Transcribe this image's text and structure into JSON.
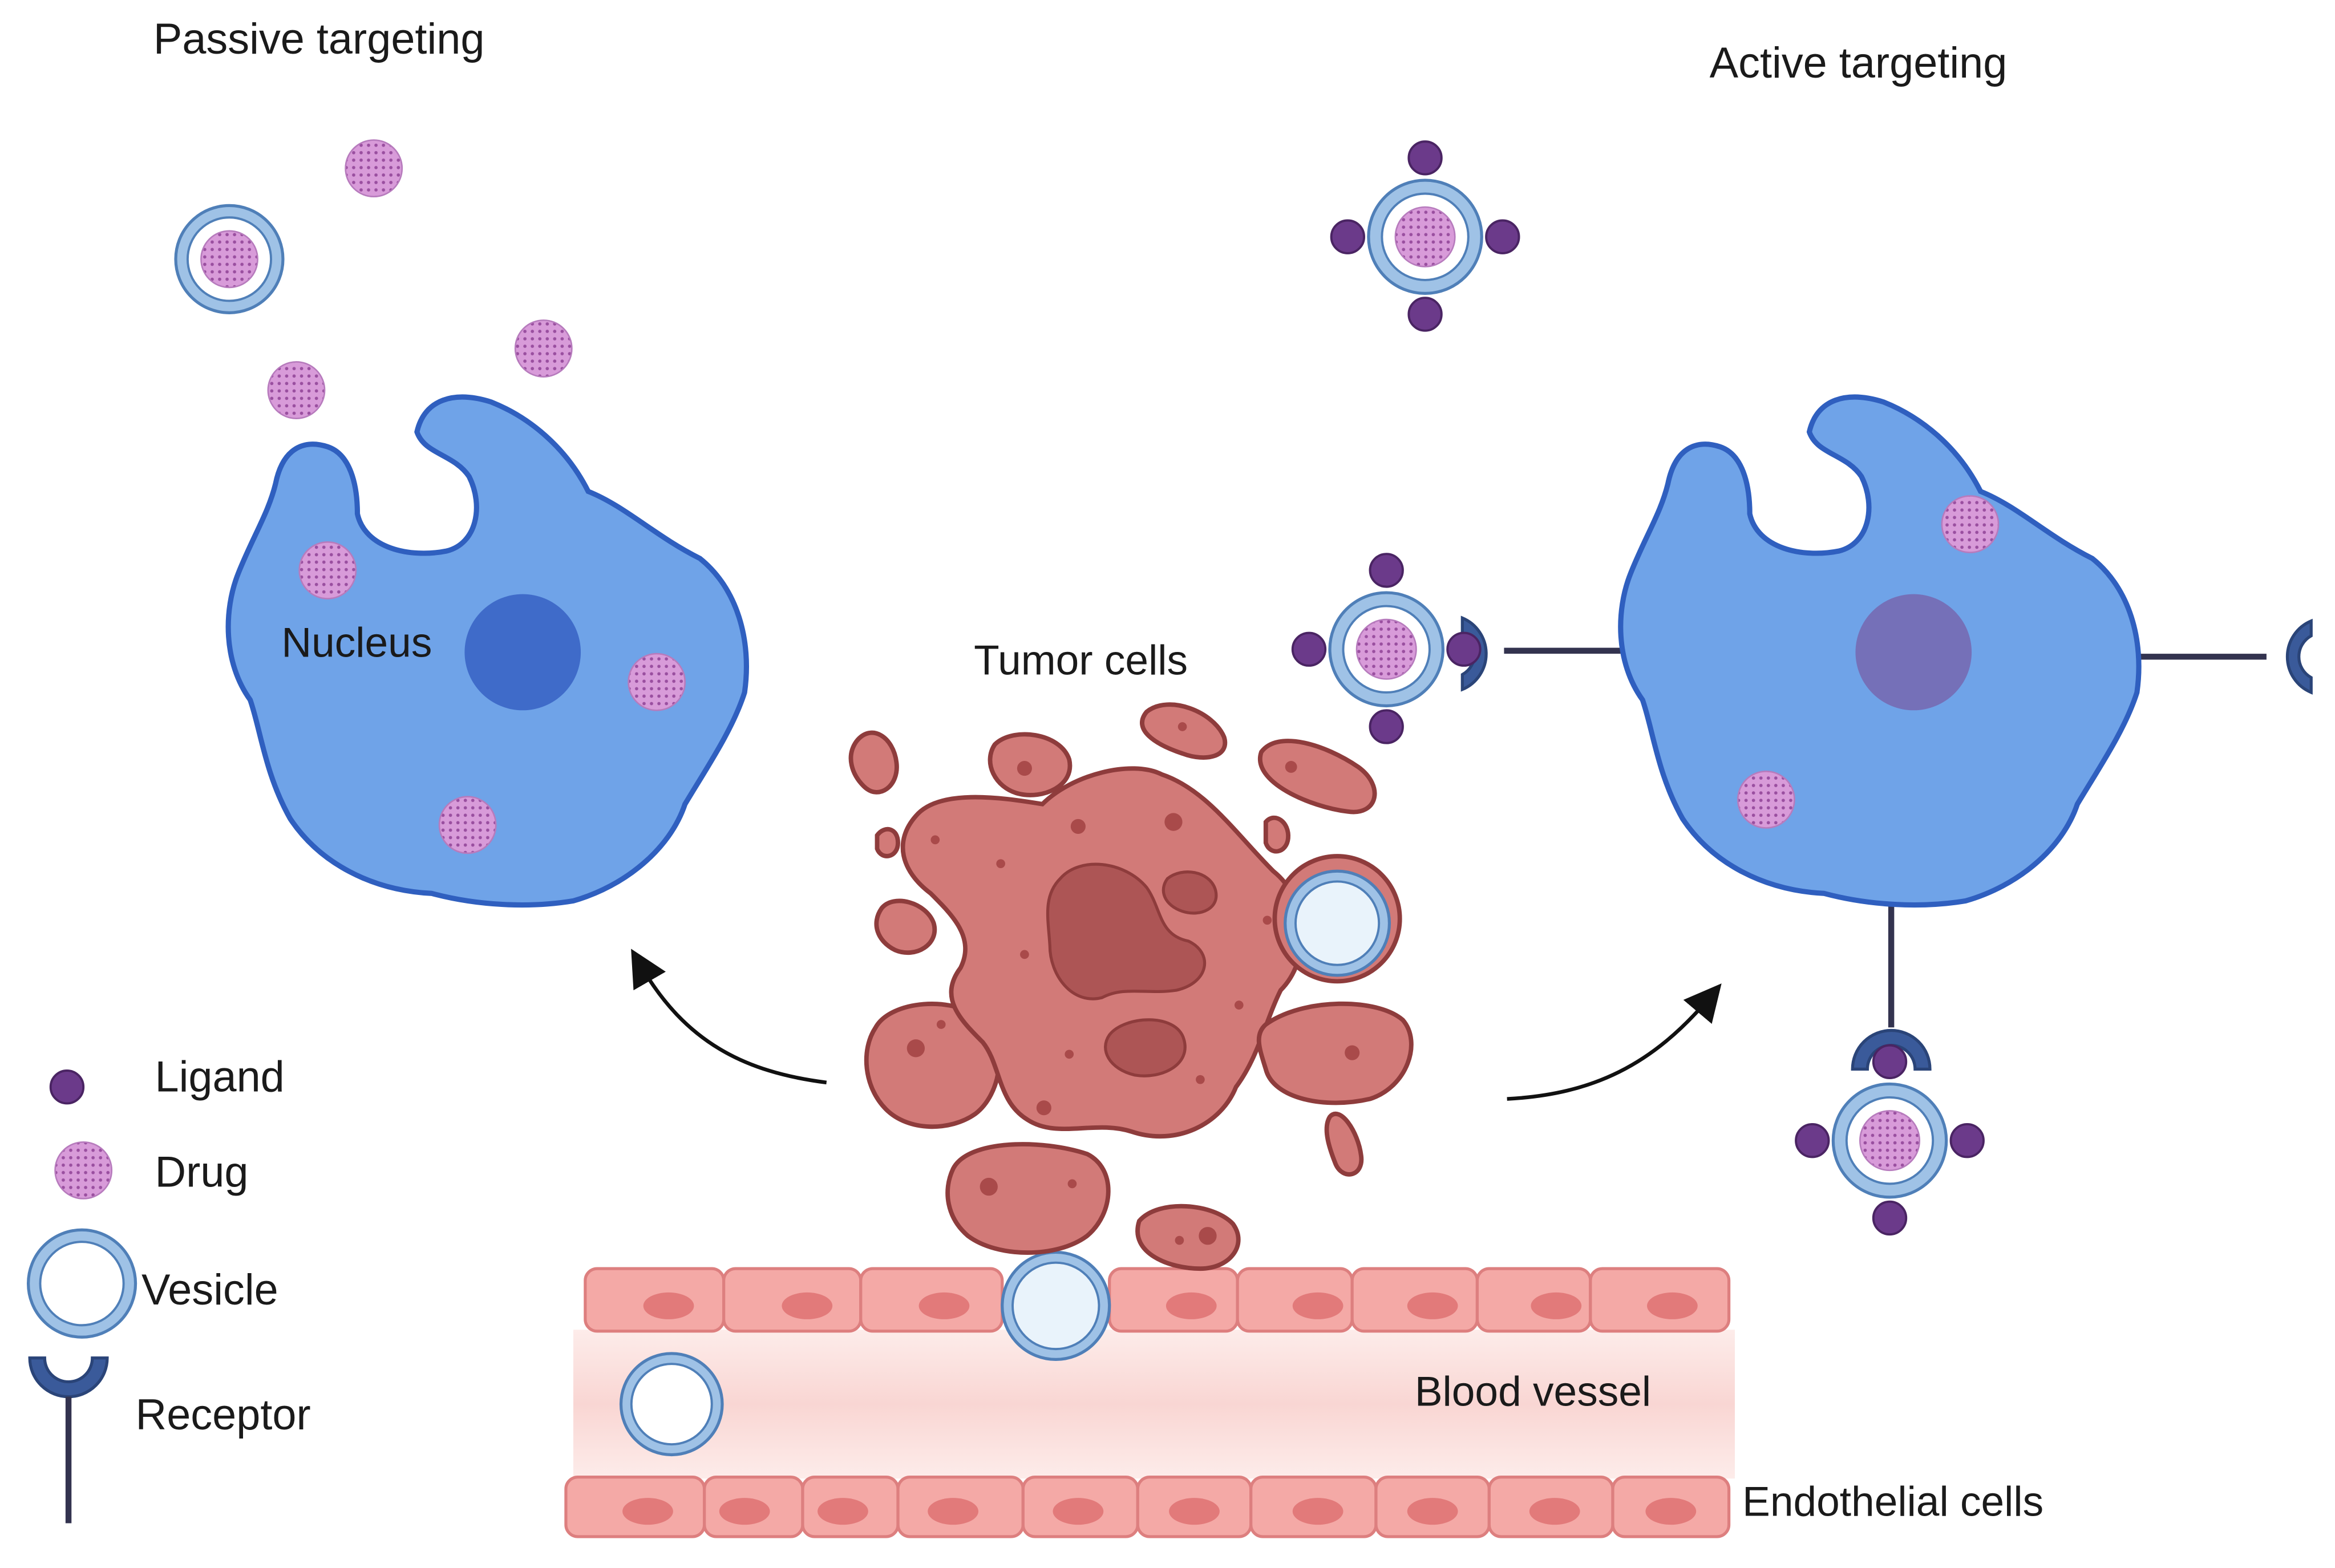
{
  "titles": {
    "passive": "Passive targeting",
    "active": "Active targeting"
  },
  "labels": {
    "nucleus": "Nucleus",
    "tumor_cells": "Tumor cells",
    "blood_vessel": "Blood vessel",
    "endothelial_cells": "Endothelial cells"
  },
  "legend": {
    "ligand": "Ligand",
    "drug": "Drug",
    "vesicle": "Vesicle",
    "receptor": "Receptor"
  },
  "colors": {
    "cell_fill": "#6fa3e8",
    "cell_stroke": "#2f5fbf",
    "nucleus_passive": "#3f6bc9",
    "nucleus_active": "#7570b8",
    "drug": "#d89bd9",
    "drug_dot": "#9a4fa0",
    "ligand": "#6b3a8a",
    "vesicle_ring": "#9fc2e6",
    "vesicle_stroke": "#4f7fb8",
    "receptor": "#3a5a9a",
    "stalk": "#33334f",
    "tumor_fill": "#d27a78",
    "tumor_stroke": "#8e3c3c",
    "tumor_core": "#ad5555",
    "vessel_cell": "#f4a9a6",
    "vessel_cell_stroke": "#dd7f7f",
    "vessel_nucleus": "#e27a7a",
    "vessel_lumen": "#fbe2e0"
  }
}
